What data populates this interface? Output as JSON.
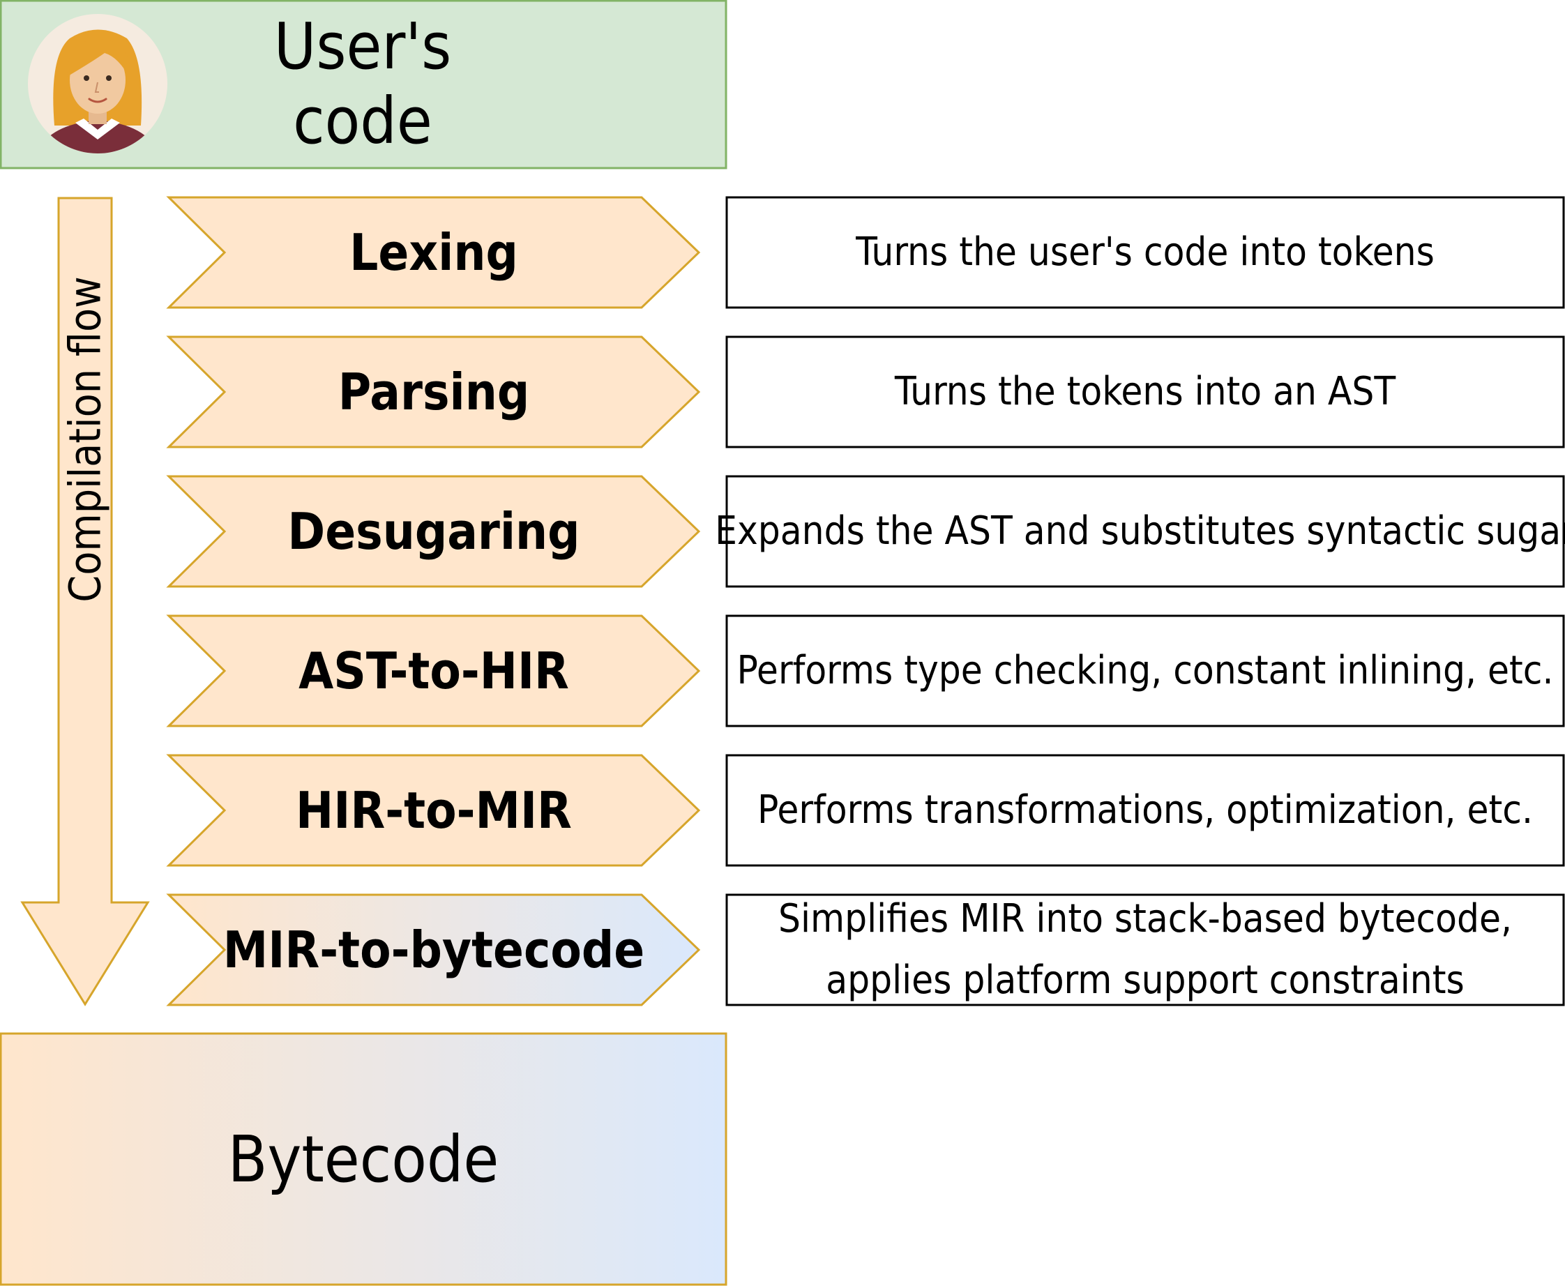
{
  "top_box": {
    "label": "User's code",
    "fill": "#d5e8d4",
    "stroke": "#82b366"
  },
  "bottom_box": {
    "label": "Bytecode",
    "gradient": [
      "#ffe6cc",
      "#dae8fc"
    ]
  },
  "flow_arrow": {
    "label": "Compilation flow",
    "fill": "#ffe6cc",
    "stroke": "#d6a52b"
  },
  "stage_colors": {
    "fill": "#ffe6cc",
    "stroke": "#d6a52b",
    "last_gradient_end": "#dae8fc"
  },
  "stages": [
    {
      "name": "Lexing",
      "description": "Turns the user's code into tokens"
    },
    {
      "name": "Parsing",
      "description": "Turns the tokens into an AST"
    },
    {
      "name": "Desugaring",
      "description": "Expands the AST and substitutes syntactic sugar"
    },
    {
      "name": "AST-to-HIR",
      "description": "Performs type checking, constant inlining, etc."
    },
    {
      "name": "HIR-to-MIR",
      "description": "Performs transformations, optimization, etc."
    },
    {
      "name": "MIR-to-bytecode",
      "description": "Simplifies MIR into stack-based bytecode, applies platform support constraints"
    }
  ],
  "icons": {
    "avatar": "user-avatar-icon"
  }
}
